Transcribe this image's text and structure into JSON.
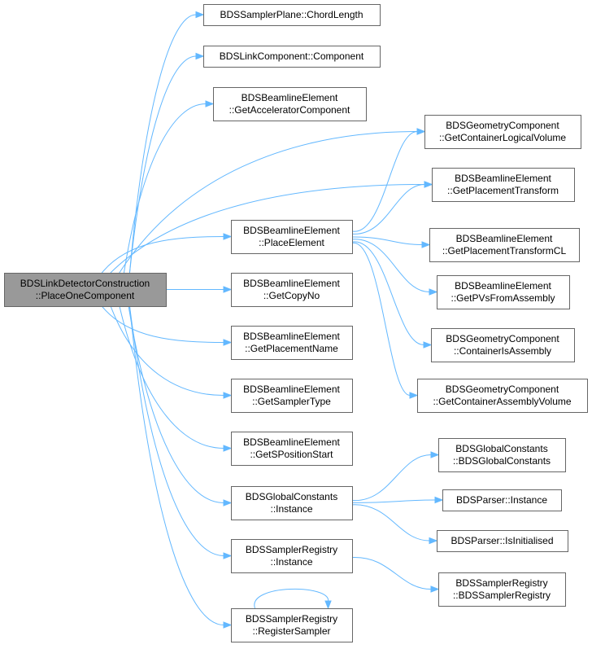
{
  "diagram": {
    "colors": {
      "edge": "#63b8ff",
      "node_border": "#666666",
      "root_fill": "#999999",
      "node_fill": "#ffffff"
    },
    "nodes": [
      {
        "id": "root",
        "lines": [
          "BDSLinkDetectorConstruction",
          "::PlaceOneComponent"
        ]
      },
      {
        "id": "chord",
        "lines": [
          "BDSSamplerPlane::ChordLength"
        ]
      },
      {
        "id": "comp",
        "lines": [
          "BDSLinkComponent::Component"
        ]
      },
      {
        "id": "gac",
        "lines": [
          "BDSBeamlineElement",
          "::GetAcceleratorComponent"
        ]
      },
      {
        "id": "gclv",
        "lines": [
          "BDSGeometryComponent",
          "::GetContainerLogicalVolume"
        ]
      },
      {
        "id": "gpt",
        "lines": [
          "BDSBeamlineElement",
          "::GetPlacementTransform"
        ]
      },
      {
        "id": "pe",
        "lines": [
          "BDSBeamlineElement",
          "::PlaceElement"
        ]
      },
      {
        "id": "gptcl",
        "lines": [
          "BDSBeamlineElement",
          "::GetPlacementTransformCL"
        ]
      },
      {
        "id": "gcn",
        "lines": [
          "BDSBeamlineElement",
          "::GetCopyNo"
        ]
      },
      {
        "id": "gpvs",
        "lines": [
          "BDSBeamlineElement",
          "::GetPVsFromAssembly"
        ]
      },
      {
        "id": "gpn",
        "lines": [
          "BDSBeamlineElement",
          "::GetPlacementName"
        ]
      },
      {
        "id": "cia",
        "lines": [
          "BDSGeometryComponent",
          "::ContainerIsAssembly"
        ]
      },
      {
        "id": "gst",
        "lines": [
          "BDSBeamlineElement",
          "::GetSamplerType"
        ]
      },
      {
        "id": "gcav",
        "lines": [
          "BDSGeometryComponent",
          "::GetContainerAssemblyVolume"
        ]
      },
      {
        "id": "gsps",
        "lines": [
          "BDSBeamlineElement",
          "::GetSPositionStart"
        ]
      },
      {
        "id": "bgc",
        "lines": [
          "BDSGlobalConstants",
          "::BDSGlobalConstants"
        ]
      },
      {
        "id": "gci",
        "lines": [
          "BDSGlobalConstants",
          "::Instance"
        ]
      },
      {
        "id": "bpi",
        "lines": [
          "BDSParser::Instance"
        ]
      },
      {
        "id": "bpii",
        "lines": [
          "BDSParser::IsInitialised"
        ]
      },
      {
        "id": "sri",
        "lines": [
          "BDSSamplerRegistry",
          "::Instance"
        ]
      },
      {
        "id": "srsr",
        "lines": [
          "BDSSamplerRegistry",
          "::BDSSamplerRegistry"
        ]
      },
      {
        "id": "srrs",
        "lines": [
          "BDSSamplerRegistry",
          "::RegisterSampler"
        ]
      }
    ],
    "edges": [
      {
        "from": "root",
        "to": "chord"
      },
      {
        "from": "root",
        "to": "comp"
      },
      {
        "from": "root",
        "to": "gac"
      },
      {
        "from": "root",
        "to": "gclv"
      },
      {
        "from": "root",
        "to": "gpt"
      },
      {
        "from": "root",
        "to": "pe"
      },
      {
        "from": "root",
        "to": "gcn"
      },
      {
        "from": "root",
        "to": "gpn"
      },
      {
        "from": "root",
        "to": "gst"
      },
      {
        "from": "root",
        "to": "gsps"
      },
      {
        "from": "root",
        "to": "gci"
      },
      {
        "from": "root",
        "to": "sri"
      },
      {
        "from": "root",
        "to": "srrs"
      },
      {
        "from": "pe",
        "to": "gclv"
      },
      {
        "from": "pe",
        "to": "gpt"
      },
      {
        "from": "pe",
        "to": "gptcl"
      },
      {
        "from": "pe",
        "to": "gpvs"
      },
      {
        "from": "pe",
        "to": "cia"
      },
      {
        "from": "pe",
        "to": "gcav"
      },
      {
        "from": "gci",
        "to": "bgc"
      },
      {
        "from": "gci",
        "to": "bpi"
      },
      {
        "from": "gci",
        "to": "bpii"
      },
      {
        "from": "sri",
        "to": "srsr"
      },
      {
        "from": "srrs",
        "to": "srrs"
      }
    ]
  }
}
